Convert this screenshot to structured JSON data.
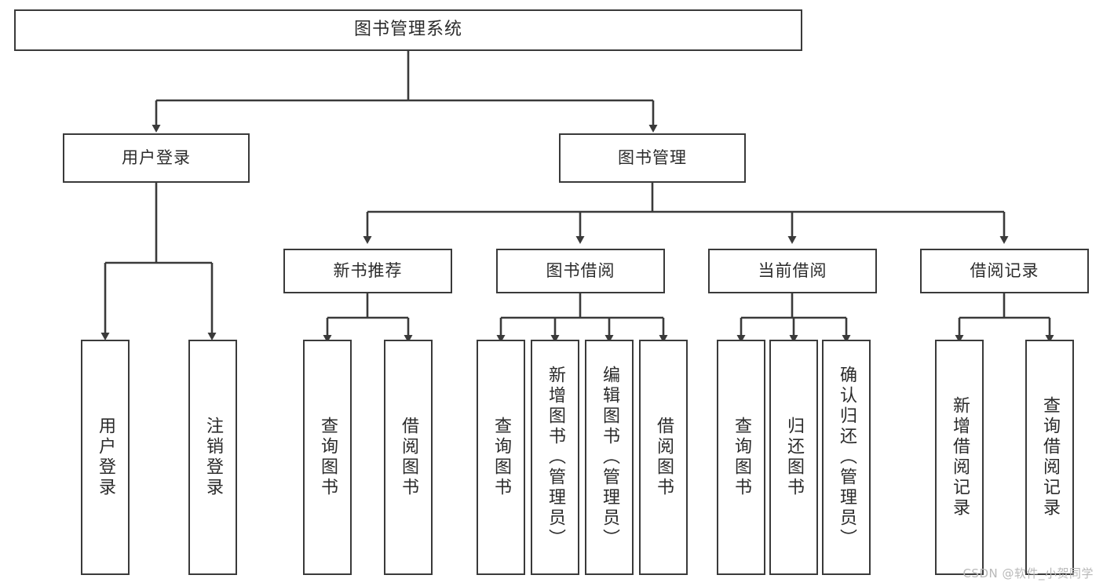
{
  "diagram": {
    "title": "图书管理系统",
    "type": "hierarchy-tree",
    "watermark": "CSDN @软件_小贺同学",
    "colors": {
      "stroke": "#3a3a3a",
      "fill": "#ffffff",
      "text": "#2b2b2b",
      "watermark": "#b9b9b9"
    },
    "nodes": {
      "root": {
        "label": "图书管理系统"
      },
      "level1": [
        {
          "id": "user-login",
          "label": "用户登录"
        },
        {
          "id": "book-manage",
          "label": "图书管理"
        }
      ],
      "level2": [
        {
          "id": "new-book-recommend",
          "label": "新书推荐"
        },
        {
          "id": "book-borrow",
          "label": "图书借阅"
        },
        {
          "id": "current-borrow",
          "label": "当前借阅"
        },
        {
          "id": "borrow-record",
          "label": "借阅记录"
        }
      ],
      "leaves": [
        {
          "id": "leaf-user-login",
          "label": "用户登录",
          "parent": "user-login"
        },
        {
          "id": "leaf-logout-login",
          "label": "注销登录",
          "parent": "user-login"
        },
        {
          "id": "leaf-query-book-1",
          "label": "查询图书",
          "parent": "new-book-recommend"
        },
        {
          "id": "leaf-borrow-book-1",
          "label": "借阅图书",
          "parent": "new-book-recommend"
        },
        {
          "id": "leaf-query-book-2",
          "label": "查询图书",
          "parent": "book-borrow"
        },
        {
          "id": "leaf-add-book",
          "label": "新增图书（管理员）",
          "parent": "book-borrow"
        },
        {
          "id": "leaf-edit-book",
          "label": "编辑图书（管理员）",
          "parent": "book-borrow"
        },
        {
          "id": "leaf-borrow-book-2",
          "label": "借阅图书",
          "parent": "book-borrow"
        },
        {
          "id": "leaf-query-book-3",
          "label": "查询图书",
          "parent": "current-borrow"
        },
        {
          "id": "leaf-return-book",
          "label": "归还图书",
          "parent": "current-borrow"
        },
        {
          "id": "leaf-confirm-return",
          "label": "确认归还（管理员）",
          "parent": "current-borrow"
        },
        {
          "id": "leaf-add-record",
          "label": "新增借阅记录",
          "parent": "borrow-record"
        },
        {
          "id": "leaf-query-record",
          "label": "查询借阅记录",
          "parent": "borrow-record"
        }
      ]
    }
  }
}
